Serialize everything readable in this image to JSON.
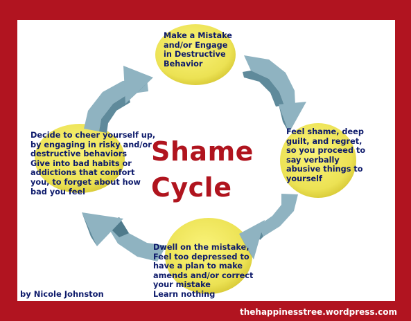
{
  "colors": {
    "frame": "#b11420",
    "panel": "#ffffff",
    "arrow": "#7fa5b4",
    "disc": "#ece254",
    "label_text": "#0d1a6b",
    "title_text": "#b0141e"
  },
  "title": {
    "line1": "Shame",
    "line2": "Cycle"
  },
  "steps": [
    {
      "lines": [
        "Make a Mistake",
        "and/or Engage",
        "in Destructive",
        "Behavior"
      ]
    },
    {
      "lines": [
        "Feel shame, deep",
        "guilt, and regret,",
        "so you proceed to",
        "say verbally",
        "abusive things to",
        "yourself"
      ]
    },
    {
      "lines": [
        "Dwell on the mistake,",
        "Feel too depressed to",
        "have a plan to make",
        "amends and/or correct",
        "your mistake",
        "Learn nothing"
      ]
    },
    {
      "lines": [
        "Decide to cheer yourself up,",
        "by engaging in risky and/or",
        "destructive behaviors",
        "Give into bad habits or",
        "addictions that comfort",
        "you, to forget about how",
        "bad you feel"
      ]
    }
  ],
  "credit": "by Nicole Johnston",
  "website": "thehappinesstree.wordpress.com"
}
